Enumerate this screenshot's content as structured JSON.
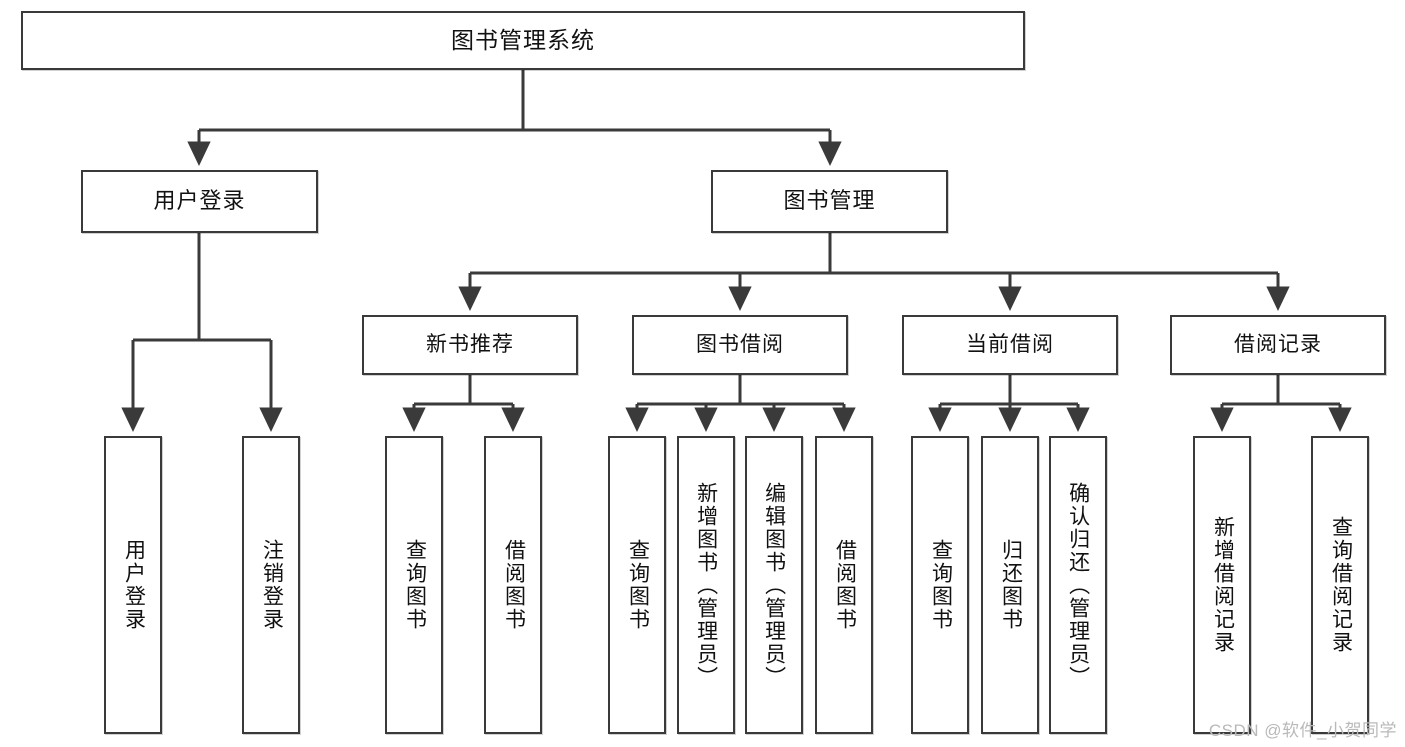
{
  "diagram": {
    "type": "tree-hierarchy",
    "title": "图书管理系统",
    "root": {
      "label": "图书管理系统"
    },
    "level2": [
      {
        "id": "user-login",
        "label": "用户登录"
      },
      {
        "id": "book-management",
        "label": "图书管理"
      }
    ],
    "level3": [
      {
        "id": "new-book-recommend",
        "label": "新书推荐",
        "parent": "book-management"
      },
      {
        "id": "book-borrow",
        "label": "图书借阅",
        "parent": "book-management"
      },
      {
        "id": "current-borrow",
        "label": "当前借阅",
        "parent": "book-management"
      },
      {
        "id": "borrow-record",
        "label": "借阅记录",
        "parent": "book-management"
      }
    ],
    "leaves": [
      {
        "id": "leaf-user-login",
        "label": "用户登录",
        "parent": "user-login"
      },
      {
        "id": "leaf-logout-login",
        "label": "注销登录",
        "parent": "user-login"
      },
      {
        "id": "leaf-query-book-1",
        "label": "查询图书",
        "parent": "new-book-recommend"
      },
      {
        "id": "leaf-borrow-book-1",
        "label": "借阅图书",
        "parent": "new-book-recommend"
      },
      {
        "id": "leaf-query-book-2",
        "label": "查询图书",
        "parent": "book-borrow"
      },
      {
        "id": "leaf-add-book",
        "label": "新增图书（管理员）",
        "parent": "book-borrow"
      },
      {
        "id": "leaf-edit-book",
        "label": "编辑图书（管理员）",
        "parent": "book-borrow"
      },
      {
        "id": "leaf-borrow-book-2",
        "label": "借阅图书",
        "parent": "book-borrow"
      },
      {
        "id": "leaf-query-book-3",
        "label": "查询图书",
        "parent": "current-borrow"
      },
      {
        "id": "leaf-return-book",
        "label": "归还图书",
        "parent": "current-borrow"
      },
      {
        "id": "leaf-confirm-return",
        "label": "确认归还（管理员）",
        "parent": "current-borrow"
      },
      {
        "id": "leaf-add-record",
        "label": "新增借阅记录",
        "parent": "borrow-record"
      },
      {
        "id": "leaf-query-record",
        "label": "查询借阅记录",
        "parent": "borrow-record"
      }
    ]
  },
  "watermark": {
    "text": "CSDN @软件_小贺同学"
  },
  "colors": {
    "stroke": "#3a3a3a",
    "background": "#ffffff",
    "text": "#111111",
    "watermark": "#b9b9b9"
  }
}
